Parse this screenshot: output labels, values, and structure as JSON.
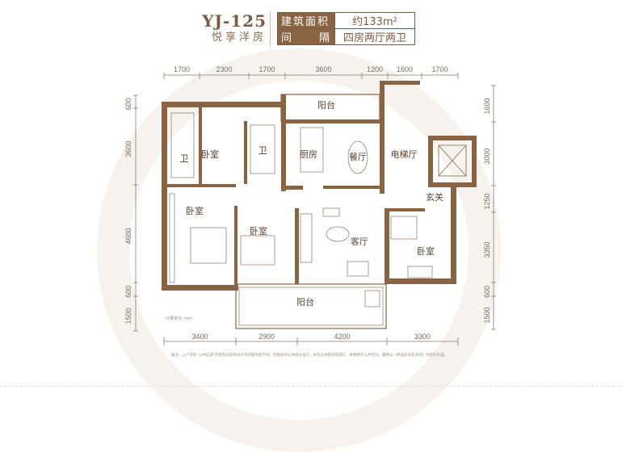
{
  "header": {
    "code": "YJ-125",
    "subtitle": "悦享洋房",
    "spec": [
      {
        "label": "建筑面积",
        "value": "约133m²"
      },
      {
        "label_left": "间",
        "label_right": "隔",
        "value": "四房两厅两卫"
      }
    ]
  },
  "dimensions": {
    "top": [
      "1700",
      "2300",
      "1700",
      "3600",
      "1200",
      "1600",
      "1700"
    ],
    "bottom": [
      "3400",
      "2900",
      "4200",
      "3300"
    ],
    "left": [
      "600",
      "3600",
      "4600",
      "600",
      "1500"
    ],
    "right": [
      "1600",
      "3000",
      "1250",
      "3350",
      "600",
      "1500"
    ]
  },
  "rooms": {
    "balcony_top": "阳台",
    "bath_left": "卫",
    "bedroom_top": "卧室",
    "bath_mid": "卫",
    "kitchen": "厨房",
    "dining": "餐厅",
    "elevator_hall": "电梯厅",
    "foyer": "玄关",
    "bedroom_left": "卧室",
    "bedroom_mid": "卧室",
    "living": "客厅",
    "bedroom_right": "卧室",
    "balcony_bottom": "阳台"
  },
  "unit_note": "计量单位: mm",
  "footnote": "备注：入户前的“公共区域”的结构与装修设计均可能有所不同，因后续对公共部分设计，并在公共区域等施工，本图所示公共空间，最终以《商品房买卖合同》约定的为准。",
  "colors": {
    "wall": "#8a6442",
    "accent": "#7a5a3e"
  }
}
